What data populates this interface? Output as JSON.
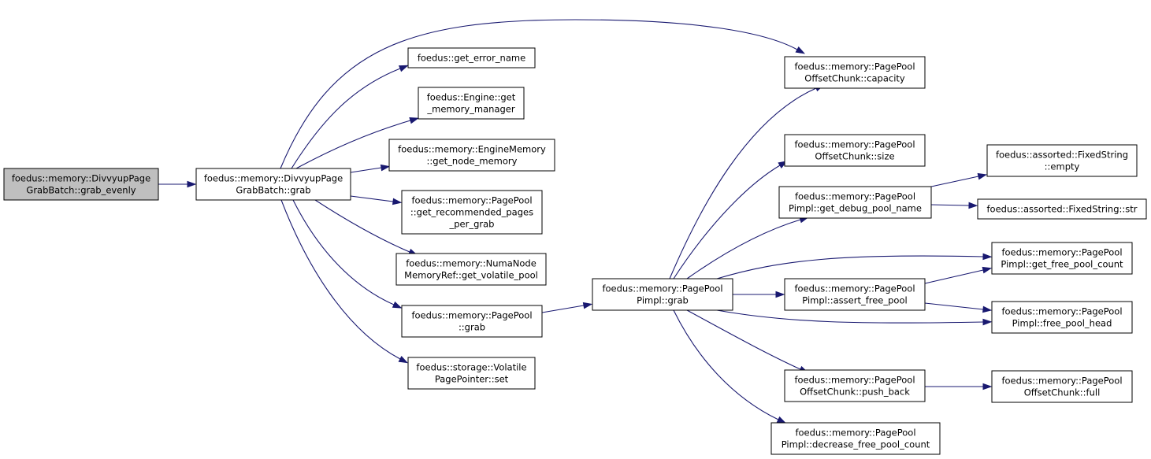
{
  "nodes": [
    {
      "id": "root",
      "lines": [
        "foedus::memory::DivvyupPage",
        "GrabBatch::grab_evenly"
      ],
      "highlight": true
    },
    {
      "id": "grab",
      "lines": [
        "foedus::memory::DivvyupPage",
        "GrabBatch::grab"
      ]
    },
    {
      "id": "err",
      "lines": [
        "foedus::get_error_name"
      ]
    },
    {
      "id": "getmm",
      "lines": [
        "foedus::Engine::get",
        "_memory_manager"
      ]
    },
    {
      "id": "nodemem",
      "lines": [
        "foedus::memory::EngineMemory",
        "::get_node_memory"
      ]
    },
    {
      "id": "recpages",
      "lines": [
        "foedus::memory::PagePool",
        "::get_recommended_pages",
        "_per_grab"
      ]
    },
    {
      "id": "volpool",
      "lines": [
        "foedus::memory::NumaNode",
        "MemoryRef::get_volatile_pool"
      ]
    },
    {
      "id": "ppgrab",
      "lines": [
        "foedus::memory::PagePool",
        "::grab"
      ]
    },
    {
      "id": "vpset",
      "lines": [
        "foedus::storage::Volatile",
        "PagePointer::set"
      ]
    },
    {
      "id": "implgrab",
      "lines": [
        "foedus::memory::PagePool",
        "Pimpl::grab"
      ]
    },
    {
      "id": "capacity",
      "lines": [
        "foedus::memory::PagePool",
        "OffsetChunk::capacity"
      ]
    },
    {
      "id": "size",
      "lines": [
        "foedus::memory::PagePool",
        "OffsetChunk::size"
      ]
    },
    {
      "id": "debugname",
      "lines": [
        "foedus::memory::PagePool",
        "Pimpl::get_debug_pool_name"
      ]
    },
    {
      "id": "assertfree",
      "lines": [
        "foedus::memory::PagePool",
        "Pimpl::assert_free_pool"
      ]
    },
    {
      "id": "pushback",
      "lines": [
        "foedus::memory::PagePool",
        "OffsetChunk::push_back"
      ]
    },
    {
      "id": "decfree",
      "lines": [
        "foedus::memory::PagePool",
        "Pimpl::decrease_free_pool_count"
      ]
    },
    {
      "id": "fsempty",
      "lines": [
        "foedus::assorted::FixedString",
        "::empty"
      ]
    },
    {
      "id": "fsstr",
      "lines": [
        "foedus::assorted::FixedString::str"
      ]
    },
    {
      "id": "freecount",
      "lines": [
        "foedus::memory::PagePool",
        "Pimpl::get_free_pool_count"
      ]
    },
    {
      "id": "freehead",
      "lines": [
        "foedus::memory::PagePool",
        "Pimpl::free_pool_head"
      ]
    },
    {
      "id": "full",
      "lines": [
        "foedus::memory::PagePool",
        "OffsetChunk::full"
      ]
    }
  ],
  "edges": [
    {
      "from": "root",
      "to": "grab"
    },
    {
      "from": "grab",
      "to": "capacity"
    },
    {
      "from": "grab",
      "to": "err"
    },
    {
      "from": "grab",
      "to": "getmm"
    },
    {
      "from": "grab",
      "to": "nodemem"
    },
    {
      "from": "grab",
      "to": "recpages"
    },
    {
      "from": "grab",
      "to": "volpool"
    },
    {
      "from": "grab",
      "to": "ppgrab"
    },
    {
      "from": "grab",
      "to": "vpset"
    },
    {
      "from": "ppgrab",
      "to": "implgrab"
    },
    {
      "from": "implgrab",
      "to": "capacity"
    },
    {
      "from": "implgrab",
      "to": "size"
    },
    {
      "from": "implgrab",
      "to": "debugname"
    },
    {
      "from": "implgrab",
      "to": "freecount"
    },
    {
      "from": "implgrab",
      "to": "assertfree"
    },
    {
      "from": "implgrab",
      "to": "freehead"
    },
    {
      "from": "implgrab",
      "to": "pushback"
    },
    {
      "from": "implgrab",
      "to": "decfree"
    },
    {
      "from": "debugname",
      "to": "fsempty"
    },
    {
      "from": "debugname",
      "to": "fsstr"
    },
    {
      "from": "assertfree",
      "to": "freecount"
    },
    {
      "from": "assertfree",
      "to": "freehead"
    },
    {
      "from": "pushback",
      "to": "full"
    }
  ],
  "colors": {
    "edge": "#191970",
    "highlight_fill": "#bfbfbf",
    "box_fill": "#ffffff",
    "box_stroke": "#000000"
  }
}
